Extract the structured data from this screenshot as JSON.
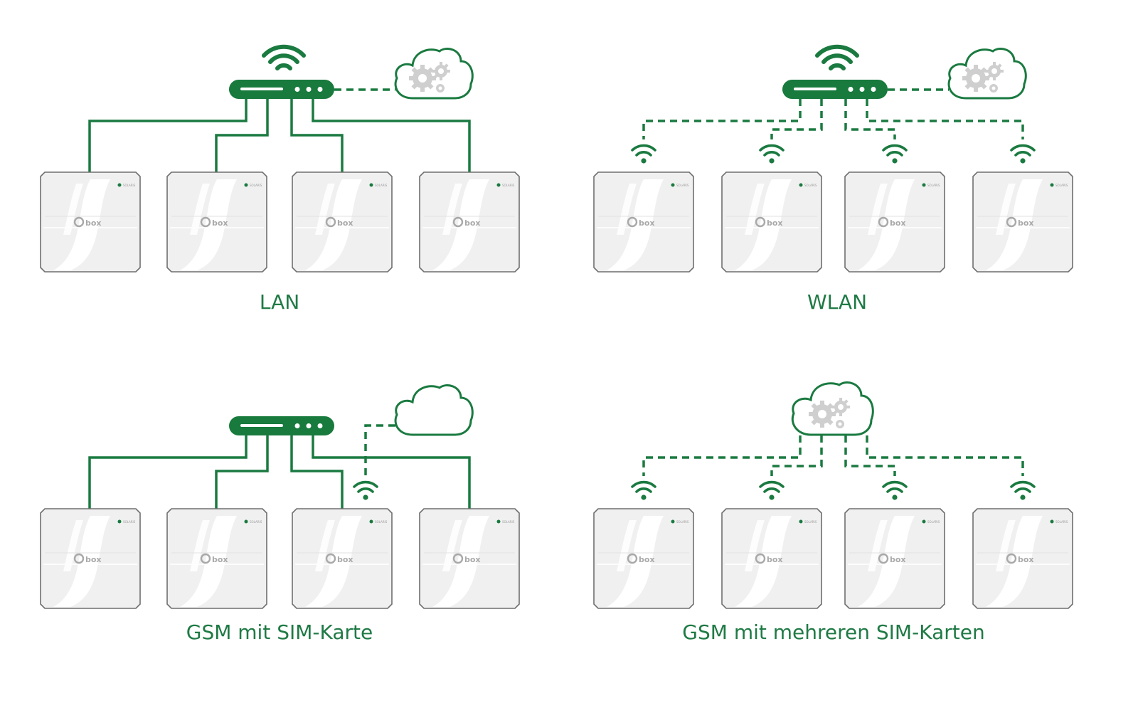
{
  "colors": {
    "accent": "#1a7a40",
    "device_face": "#f0f0f0",
    "device_edge": "#6f6f6f",
    "gear": "#cfcfcf"
  },
  "panels": [
    {
      "id": "lan",
      "caption": "LAN"
    },
    {
      "id": "wlan",
      "caption": "WLAN"
    },
    {
      "id": "gsm-single",
      "caption": "GSM mit SIM-Karte"
    },
    {
      "id": "gsm-multi",
      "caption": "GSM mit mehreren SIM-Karten"
    }
  ],
  "device": {
    "logo": "e-box"
  },
  "icons": [
    "router-icon",
    "cloud-icon",
    "gear-icon",
    "wifi-icon",
    "battery-storage-icon"
  ]
}
